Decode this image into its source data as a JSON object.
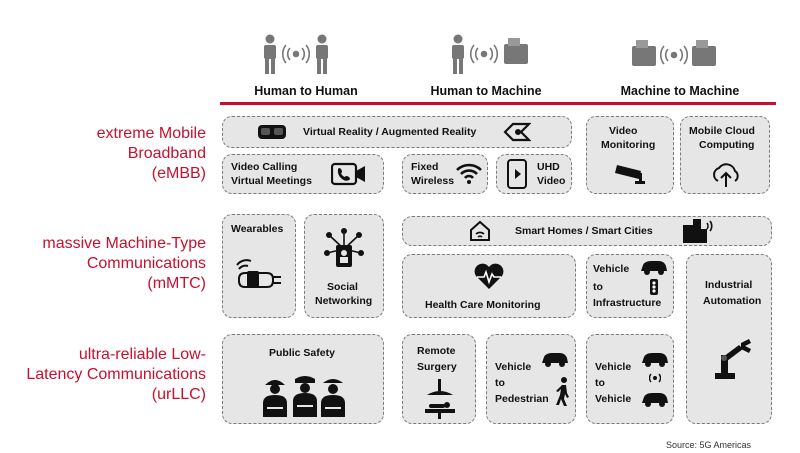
{
  "columns": {
    "h2h": "Human to Human",
    "h2m": "Human to Machine",
    "m2m": "Machine to Machine"
  },
  "categories": {
    "embb": [
      "extreme Mobile",
      "Broadband",
      "(eMBB)"
    ],
    "mmtc": [
      "massive Machine-Type",
      "Communications",
      "(mMTC)"
    ],
    "urllc": [
      "ultra-reliable Low-",
      "Latency Communications",
      "(urLLC)"
    ]
  },
  "boxes": {
    "vr": "Virtual Reality / Augmented Reality",
    "video_monitoring": [
      "Video",
      "Monitoring"
    ],
    "mobile_cloud": [
      "Mobile Cloud",
      "Computing"
    ],
    "video_calling": [
      "Video Calling",
      "Virtual Meetings"
    ],
    "fixed_wireless": [
      "Fixed",
      "Wireless"
    ],
    "uhd_video": [
      "UHD",
      "Video"
    ],
    "wearables": "Wearables",
    "social": [
      "Social",
      "Networking"
    ],
    "smart_homes": "Smart Homes / Smart Cities",
    "health": "Health Care Monitoring",
    "v2i": [
      "Vehicle",
      "to",
      "Infrastructure"
    ],
    "industrial": [
      "Industrial",
      "Automation"
    ],
    "public_safety": "Public Safety",
    "remote_surgery": [
      "Remote",
      "Surgery"
    ],
    "v2p": [
      "Vehicle",
      "to",
      "Pedestrian"
    ],
    "v2v": [
      "Vehicle",
      "to",
      "Vehicle"
    ]
  },
  "source": "Source: 5G Americas",
  "colors": {
    "accent": "#c8102e",
    "box": "#e6e6e6",
    "border": "#7a7a7a"
  }
}
